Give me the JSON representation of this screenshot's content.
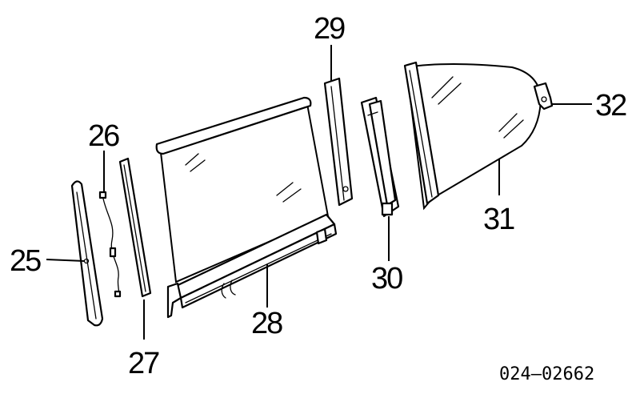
{
  "callouts": {
    "c25": "25",
    "c26": "26",
    "c27": "27",
    "c28": "28",
    "c29": "29",
    "c30": "30",
    "c31": "31",
    "c32": "32"
  },
  "part_number": "024–02662"
}
